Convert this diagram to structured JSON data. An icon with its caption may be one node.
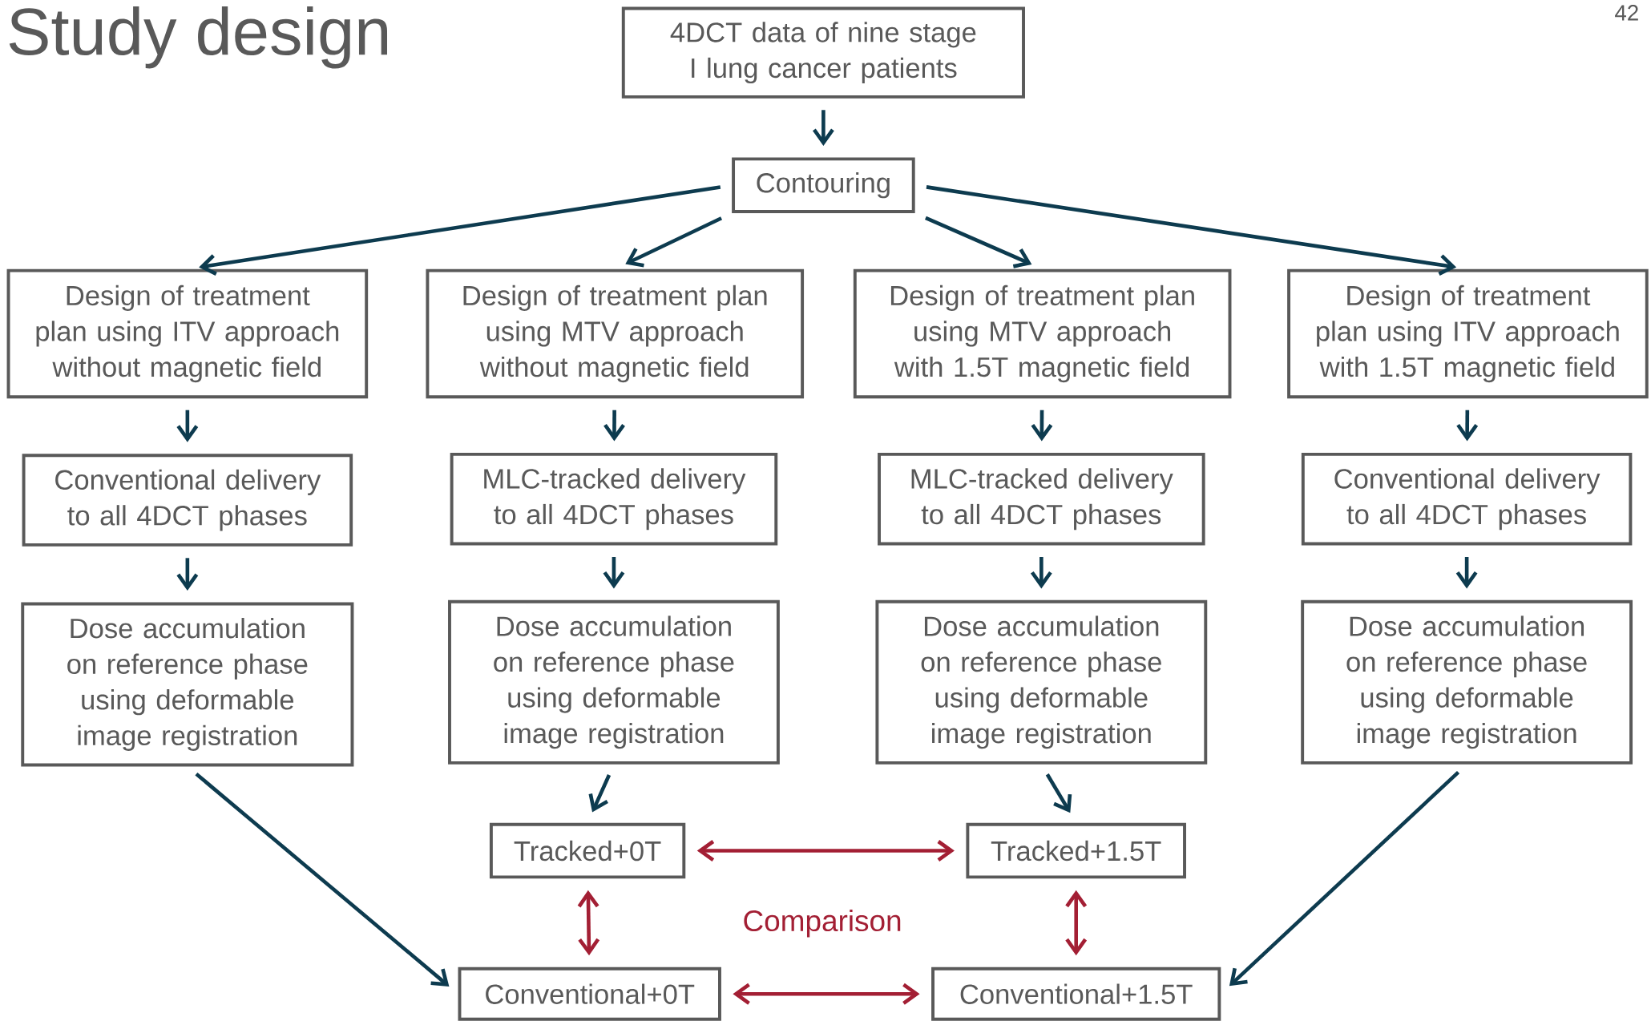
{
  "diagram": {
    "title": "Study design",
    "nodes": [
      {
        "text": [
          "4DCT data of nine stage I lung cancer patients"
        ]
      },
      {
        "text": [
          "Contouring"
        ]
      },
      {
        "text": [
          "Design of treatment plan using ITV approach without magnetic field"
        ]
      },
      {
        "text": [
          "Design of treatment plan using MTV approach without magnetic field"
        ]
      },
      {
        "text": [
          "Design of treatment plan using MTV approach with 1.5T magnetic field"
        ]
      },
      {
        "text": [
          "Design of treatment plan using ITV approach with 1.5T magnetic field"
        ]
      },
      {
        "text": [
          "Conventional delivery to all 4DCT phases"
        ]
      },
      {
        "text": [
          "MLC-tracked delivery to all 4DCT phases"
        ]
      },
      {
        "text": [
          "MLC-tracked delivery to all 4DCT phases"
        ]
      },
      {
        "text": [
          "Conventional delivery to all 4DCT phases"
        ]
      },
      {
        "text": [
          "Dose accumulation on reference phase using deformable image registration"
        ]
      },
      {
        "text": [
          "Dose accumulation on reference phase using deformable image registration"
        ]
      },
      {
        "text": [
          "Dose accumulation on reference phase using deformable image registration"
        ]
      },
      {
        "text": [
          "Dose accumulation on reference phase using deformable image registration"
        ]
      },
      {
        "text": [
          "Tracked+0T"
        ]
      },
      {
        "text": [
          "Tracked+1.5T"
        ]
      },
      {
        "text": [
          "Conventional+0T"
        ]
      },
      {
        "text": [
          "Conventional+1.5T"
        ]
      }
    ],
    "edges": [
      {
        "from": 0,
        "to": 1,
        "arrow": "to"
      },
      {
        "from": 1,
        "to": 2,
        "arrow": "to"
      },
      {
        "from": 1,
        "to": 3,
        "arrow": "to"
      },
      {
        "from": 1,
        "to": 4,
        "arrow": "to"
      },
      {
        "from": 1,
        "to": 5,
        "arrow": "to"
      },
      {
        "from": 2,
        "to": 6,
        "arrow": "to"
      },
      {
        "from": 3,
        "to": 7,
        "arrow": "to"
      },
      {
        "from": 4,
        "to": 8,
        "arrow": "to"
      },
      {
        "from": 5,
        "to": 9,
        "arrow": "to"
      },
      {
        "from": 6,
        "to": 10,
        "arrow": "to"
      },
      {
        "from": 7,
        "to": 11,
        "arrow": "to"
      },
      {
        "from": 8,
        "to": 12,
        "arrow": "to"
      },
      {
        "from": 9,
        "to": 13,
        "arrow": "to"
      },
      {
        "from": 11,
        "to": 14,
        "arrow": "to"
      },
      {
        "from": 12,
        "to": 15,
        "arrow": "to"
      },
      {
        "from": 10,
        "to": 16,
        "arrow": "to"
      },
      {
        "from": 13,
        "to": 17,
        "arrow": "to"
      },
      {
        "from": 14,
        "to": 15,
        "arrow": "both",
        "color": "#a31f34"
      },
      {
        "from": 14,
        "to": 16,
        "arrow": "both",
        "color": "#a31f34"
      },
      {
        "from": 15,
        "to": 17,
        "arrow": "both",
        "color": "#a31f34"
      },
      {
        "from": 16,
        "to": 17,
        "arrow": "both",
        "color": "#a31f34"
      }
    ],
    "labels": [
      "42",
      "Comparison"
    ]
  }
}
